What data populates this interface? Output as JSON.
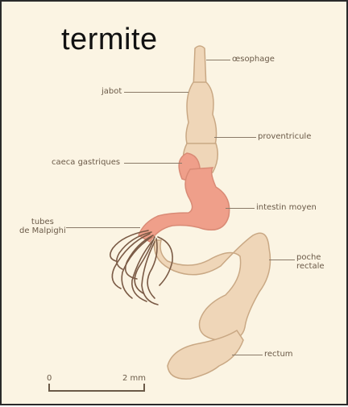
{
  "title": "termite",
  "labels": {
    "oesophage": "œsophage",
    "jabot": "jabot",
    "proventricule": "proventricule",
    "caeca": "caeca gastriques",
    "intestin": "intestin moyen",
    "malpighi": "tubes\nde Malpighi",
    "poche": "poche\nrectale",
    "rectum": "rectum"
  },
  "scale": {
    "start": "0",
    "end": "2 mm"
  },
  "colors": {
    "background": "#fbf4e3",
    "gut_tan": "#efd6b8",
    "gut_outline": "#c9a884",
    "gut_pink": "#ef9f8a",
    "tubules": "#7a5a45"
  }
}
